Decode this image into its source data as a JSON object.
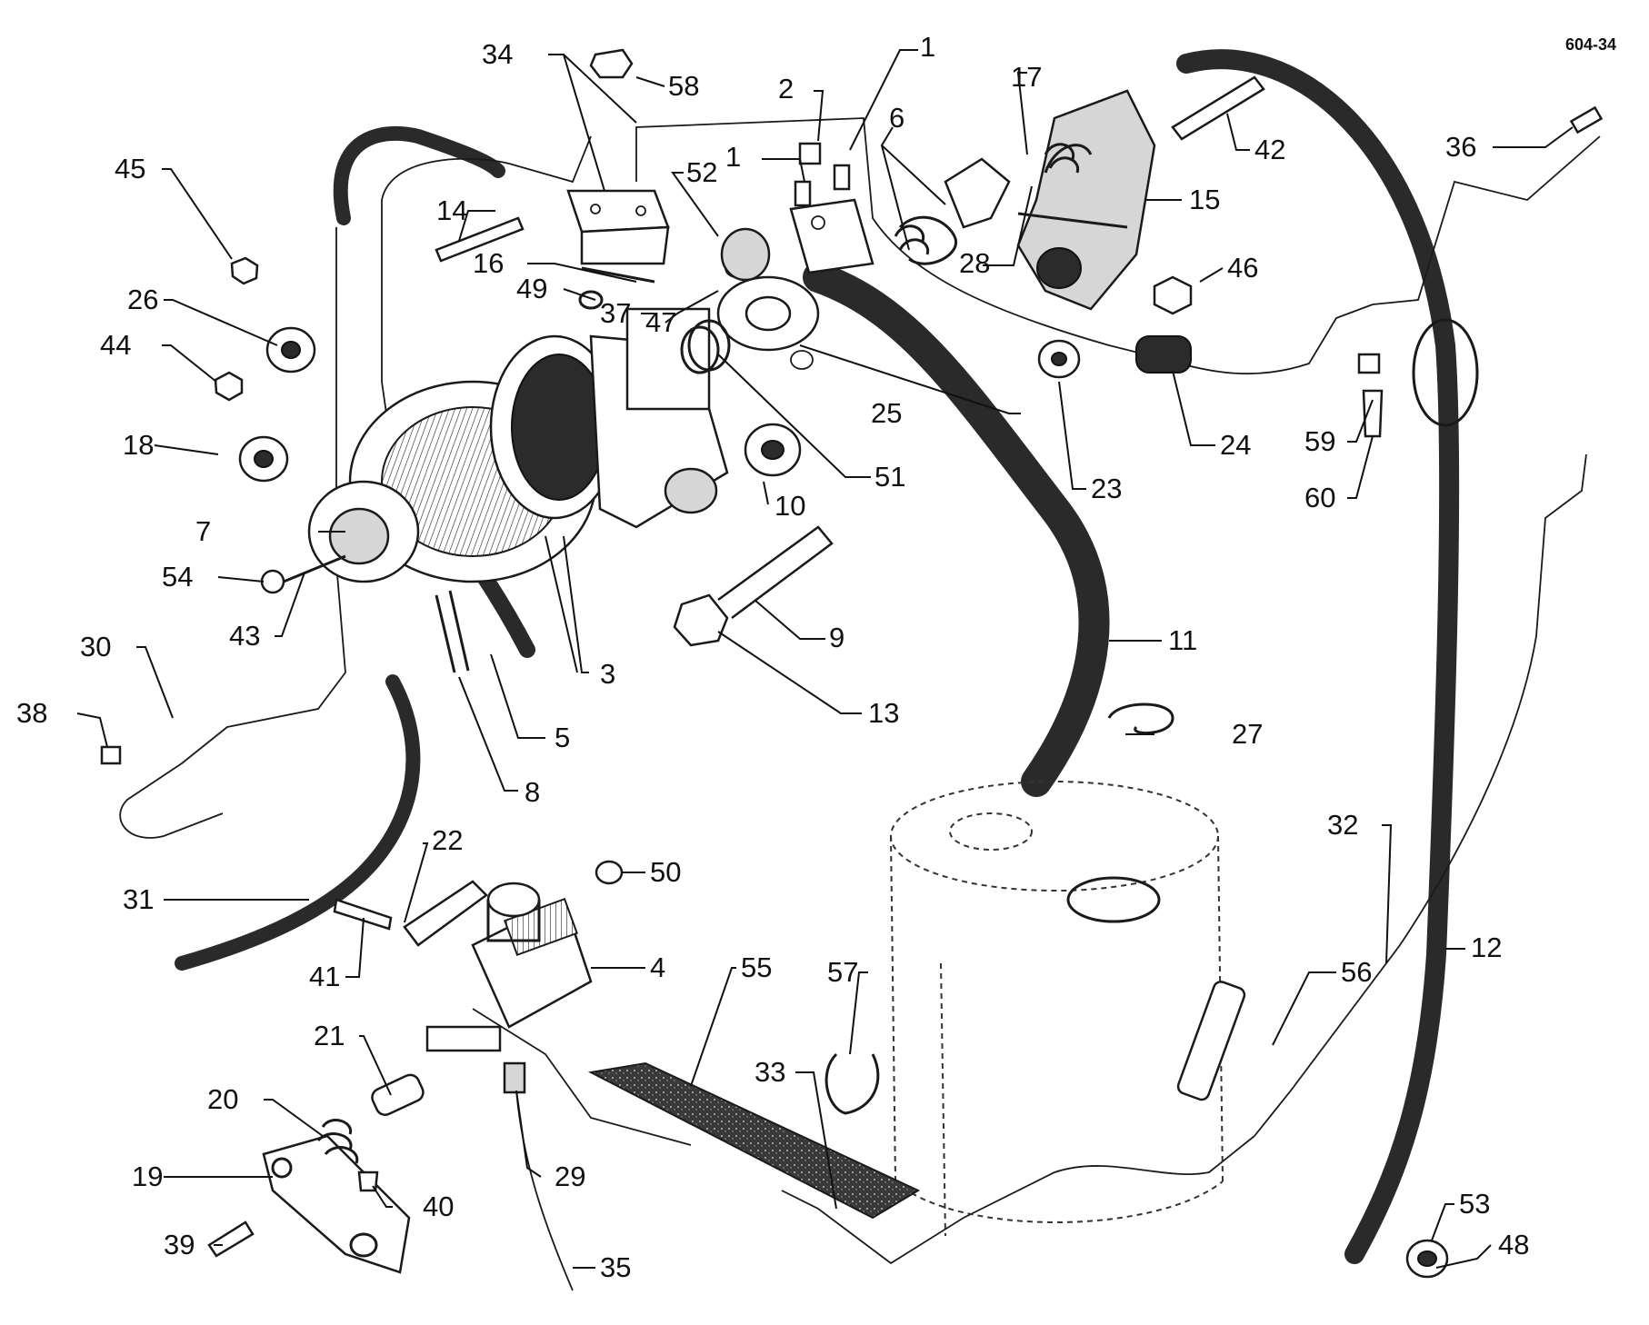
{
  "drawing_code": "604-34",
  "part_labels": [
    "1",
    "1",
    "2",
    "3",
    "4",
    "5",
    "6",
    "7",
    "8",
    "9",
    "10",
    "11",
    "12",
    "13",
    "14",
    "15",
    "16",
    "17",
    "18",
    "19",
    "20",
    "21",
    "22",
    "23",
    "24",
    "25",
    "26",
    "27",
    "28",
    "29",
    "30",
    "31",
    "32",
    "33",
    "34",
    "35",
    "36",
    "37",
    "38",
    "39",
    "40",
    "41",
    "42",
    "43",
    "44",
    "45",
    "46",
    "47",
    "48",
    "49",
    "50",
    "51",
    "52",
    "53",
    "54",
    "55",
    "56",
    "57",
    "58",
    "59",
    "60"
  ]
}
